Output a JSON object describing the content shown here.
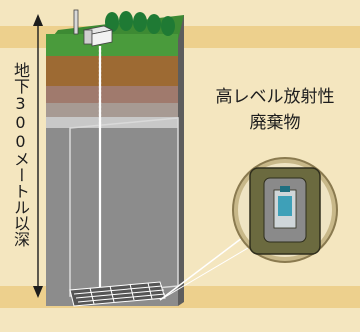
{
  "label": {
    "line1": "高レベル放射性",
    "line2": "廃棄物"
  },
  "depth_label": "地下300メートル以深",
  "colors": {
    "background": "#f4e6bf",
    "band": "#edd08d",
    "grass": "#4a9b3c",
    "soil": "#9d6a33",
    "rock_layer": "#a79a93",
    "deep_rock": "#8c8c8c",
    "container": "#6b6a3f"
  }
}
